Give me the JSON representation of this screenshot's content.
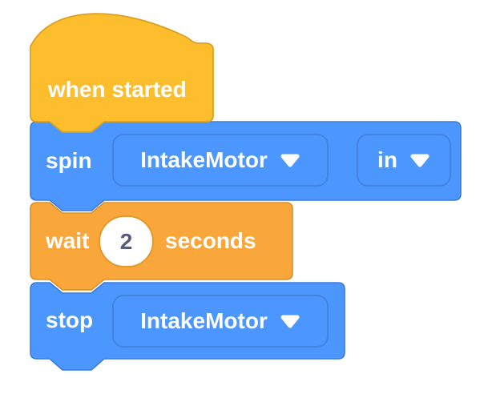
{
  "blocks": {
    "hat": {
      "label": "when started"
    },
    "spin": {
      "label": "spin",
      "motor_dropdown_value": "IntakeMotor",
      "direction_dropdown_value": "in"
    },
    "wait": {
      "label_before": "wait",
      "value": "2",
      "label_after": "seconds"
    },
    "stop": {
      "label": "stop",
      "motor_dropdown_value": "IntakeMotor"
    }
  },
  "colors": {
    "hat_fill": "#FDBE2E",
    "hat_stroke": "#DCA022",
    "blue_fill": "#4C97FF",
    "blue_stroke": "#3B7CD9",
    "dropdown_border": "#4385DE",
    "orange_fill": "#F9A63A",
    "orange_stroke": "#DB9026",
    "oval_border": "#E09A2E",
    "oval_fill": "#FFFFFF",
    "text_white": "#FFFFFF",
    "value_text": "#575E75",
    "background": "#FFFFFF"
  }
}
